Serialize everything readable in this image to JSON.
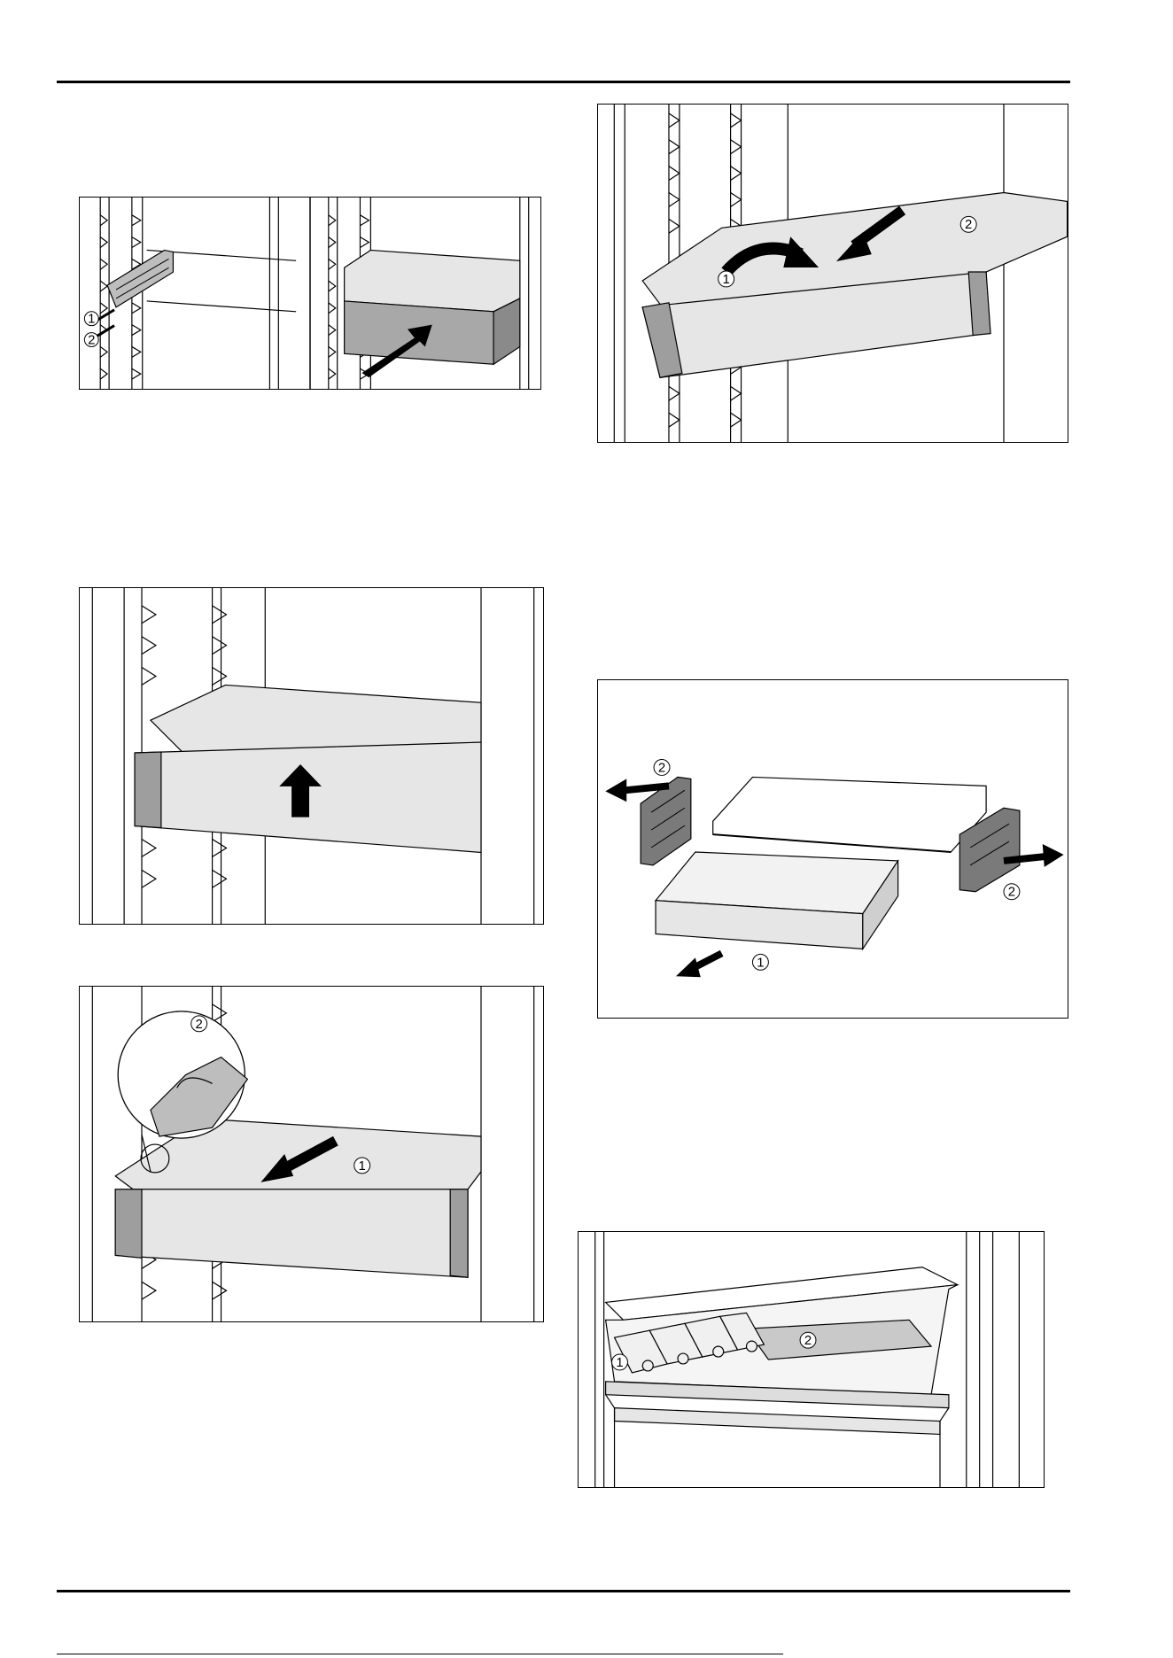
{
  "page": {
    "figures": [
      {
        "id": "fig-1",
        "callouts": [
          "1",
          "2"
        ]
      },
      {
        "id": "fig-2",
        "callouts": [
          "1",
          "2"
        ]
      },
      {
        "id": "fig-3",
        "callouts": []
      },
      {
        "id": "fig-4",
        "callouts": [
          "1",
          "2"
        ]
      },
      {
        "id": "fig-5",
        "callouts": [
          "2",
          "1",
          "2"
        ]
      },
      {
        "id": "fig-6",
        "callouts": [
          "1",
          "2"
        ]
      },
      {
        "id": "fig-7",
        "callouts": [
          "1",
          "2"
        ]
      }
    ]
  },
  "colors": {
    "line": "#000000",
    "panel_light": "#e6e6e6",
    "panel_mid": "#bdbdbd",
    "panel_dark": "#8a8a8a",
    "accent_dark": "#5a5a5a"
  }
}
